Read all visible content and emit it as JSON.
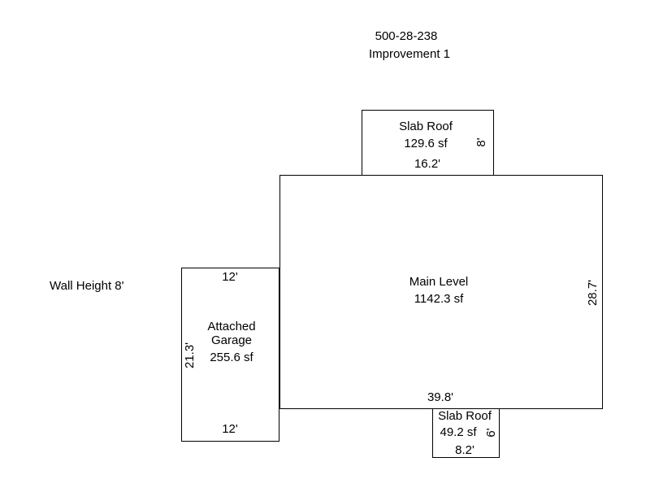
{
  "header": {
    "parcel": "500-28-238",
    "improvement": "Improvement 1"
  },
  "notes": {
    "wall_height": "Wall Height 8'"
  },
  "areas": {
    "slab_roof_top": {
      "title": "Slab Roof",
      "area": "129.6 sf",
      "width": "16.2'",
      "depth": "8'"
    },
    "main_level": {
      "title": "Main Level",
      "area": "1142.3 sf",
      "width": "39.8'",
      "depth": "28.7'"
    },
    "garage": {
      "title_line1": "Attached",
      "title_line2": "Garage",
      "area": "255.6 sf",
      "width_top": "12'",
      "width_bottom": "12'",
      "depth": "21.3'"
    },
    "slab_roof_bottom": {
      "title": "Slab Roof",
      "area": "49.2 sf",
      "width": "8.2'",
      "depth": "6'"
    }
  }
}
